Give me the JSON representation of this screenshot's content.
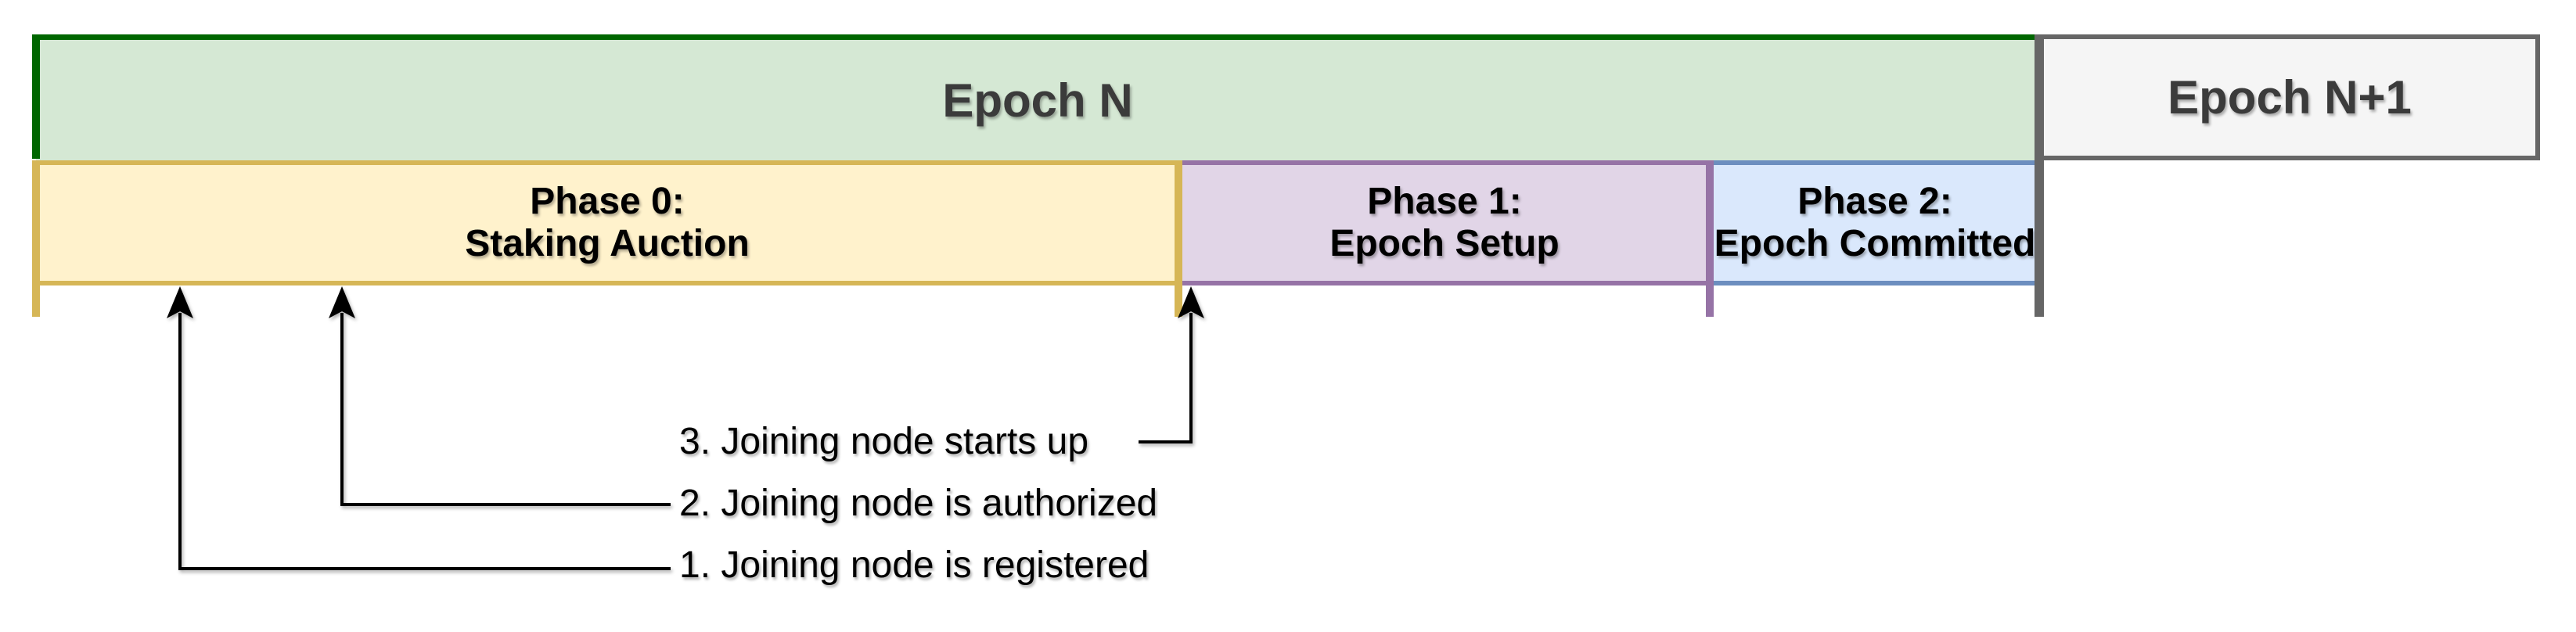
{
  "epochs": [
    {
      "label": "Epoch N",
      "fill": "#d5e8d4",
      "accent": "#006600",
      "text_color": "#3b3b3b"
    },
    {
      "label": "Epoch N+1",
      "fill": "#f5f5f5",
      "accent": "#666666",
      "text_color": "#3b3b3b"
    }
  ],
  "phases": [
    {
      "line1": "Phase 0:",
      "line2": "Staking Auction",
      "fill": "#fff2cc",
      "stroke": "#d6b656"
    },
    {
      "line1": "Phase 1:",
      "line2": "Epoch Setup",
      "fill": "#e1d5e7",
      "stroke": "#9673a6"
    },
    {
      "line1": "Phase 2:",
      "line2": "Epoch Committed",
      "fill": "#dae8fc",
      "stroke": "#6c8ebf"
    }
  ],
  "boundaries": {
    "epoch_divider_color": "#666666",
    "arrow_color": "#000000"
  },
  "annotations": [
    {
      "label": "1. Joining node is registered"
    },
    {
      "label": "2. Joining node is authorized"
    },
    {
      "label": "3. Joining node starts up"
    }
  ]
}
